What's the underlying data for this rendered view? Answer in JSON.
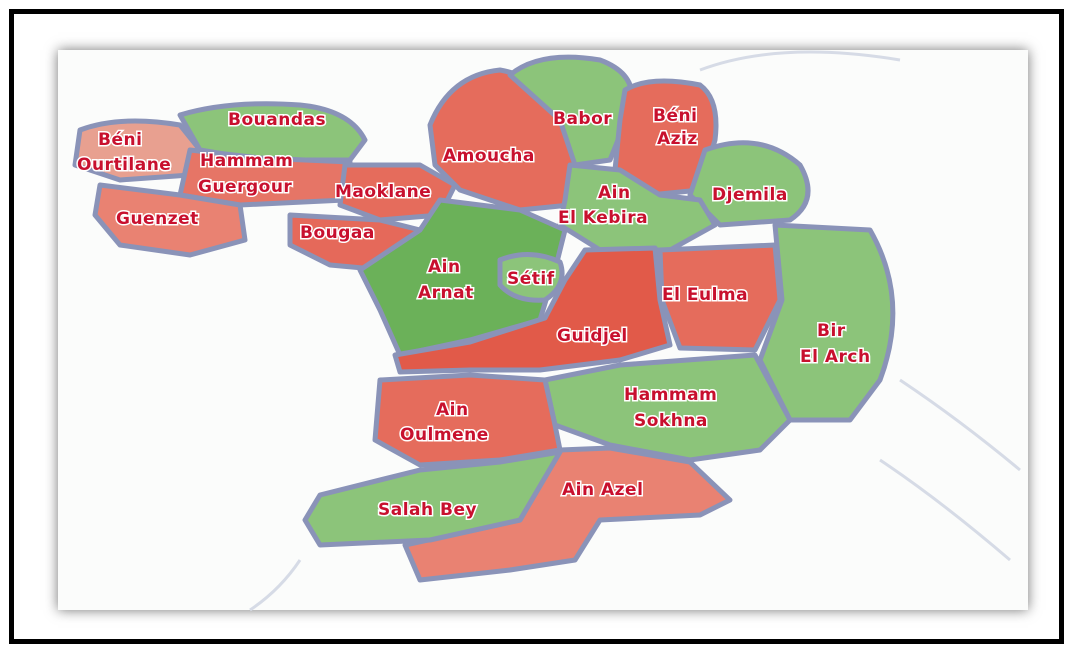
{
  "map": {
    "colors": {
      "red": "#e25a4c",
      "green": "#6bb159",
      "light_green": "#8cc47a",
      "border": "#8a93b8",
      "label": "#c8102e"
    },
    "labels": {
      "beni_ourtilane_1": "Béni",
      "beni_ourtilane_2": "Ourtilane",
      "bouandas": "Bouandas",
      "hammam_guergour_1": "Hammam",
      "hammam_guergour_2": "Guergour",
      "guenzet": "Guenzet",
      "maoklane": "Maoklane",
      "bougaa": "Bougaa",
      "amoucha": "Amoucha",
      "babor": "Babor",
      "beni_aziz_1": "Béni",
      "beni_aziz_2": "Aziz",
      "ain_el_kebira_1": "Ain",
      "ain_el_kebira_2": "El Kebira",
      "djemila": "Djemila",
      "ain_arnat_1": "Ain",
      "ain_arnat_2": "Arnat",
      "setif": "Sétif",
      "el_eulma": "El Eulma",
      "guidjel": "Guidjel",
      "bir_el_arch_1": "Bir",
      "bir_el_arch_2": "El Arch",
      "hammam_sokhna_1": "Hammam",
      "hammam_sokhna_2": "Sokhna",
      "ain_oulmene_1": "Ain",
      "ain_oulmene_2": "Oulmene",
      "ain_azel": "Ain Azel",
      "salah_bey": "Salah Bey"
    }
  }
}
